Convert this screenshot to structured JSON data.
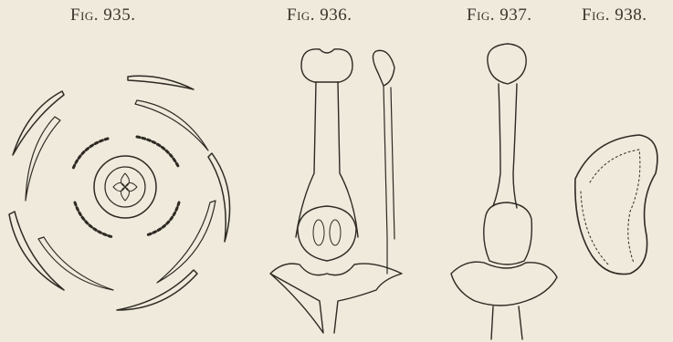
{
  "figures": [
    {
      "id": "fig935",
      "label": "Fig. 935."
    },
    {
      "id": "fig936",
      "label": "Fig. 936."
    },
    {
      "id": "fig937",
      "label": "Fig. 937."
    },
    {
      "id": "fig938",
      "label": "Fig. 938."
    }
  ],
  "colors": {
    "paper": "#efeadb",
    "ink": "#2e2a24",
    "shade": "#cfc7b4"
  }
}
